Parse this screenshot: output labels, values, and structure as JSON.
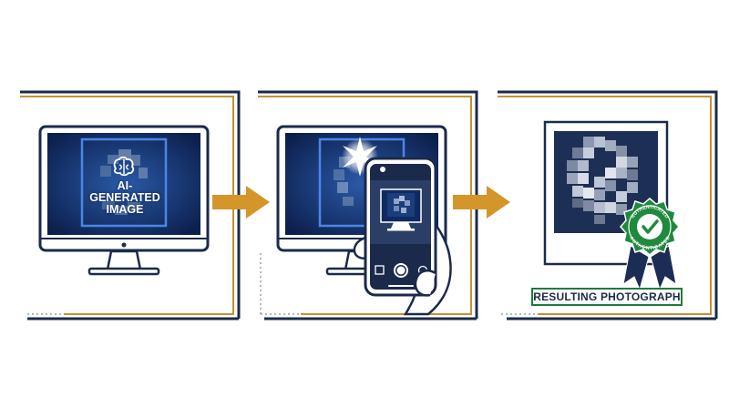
{
  "panels": [
    {
      "id": "source",
      "caption": "AI-GENERATED IMAGE",
      "caption_lines": [
        "AI-GENERATED",
        "IMAGE"
      ],
      "icon": "brain-icon"
    },
    {
      "id": "capture",
      "icon": "smartphone-icon"
    },
    {
      "id": "result",
      "caption": "RESULTING PHOTOGRAPH",
      "seal_text": [
        "AUTHENTICATED",
        "AUTHENTICATED"
      ],
      "icon": "checkmark-seal-icon"
    }
  ],
  "colors": {
    "navy": "#1b2a4a",
    "accent_orange": "#c8902f",
    "screen_blue": "#14306a",
    "seal_green": "#1f8a3d",
    "ribbon_navy": "#1c2d55"
  }
}
